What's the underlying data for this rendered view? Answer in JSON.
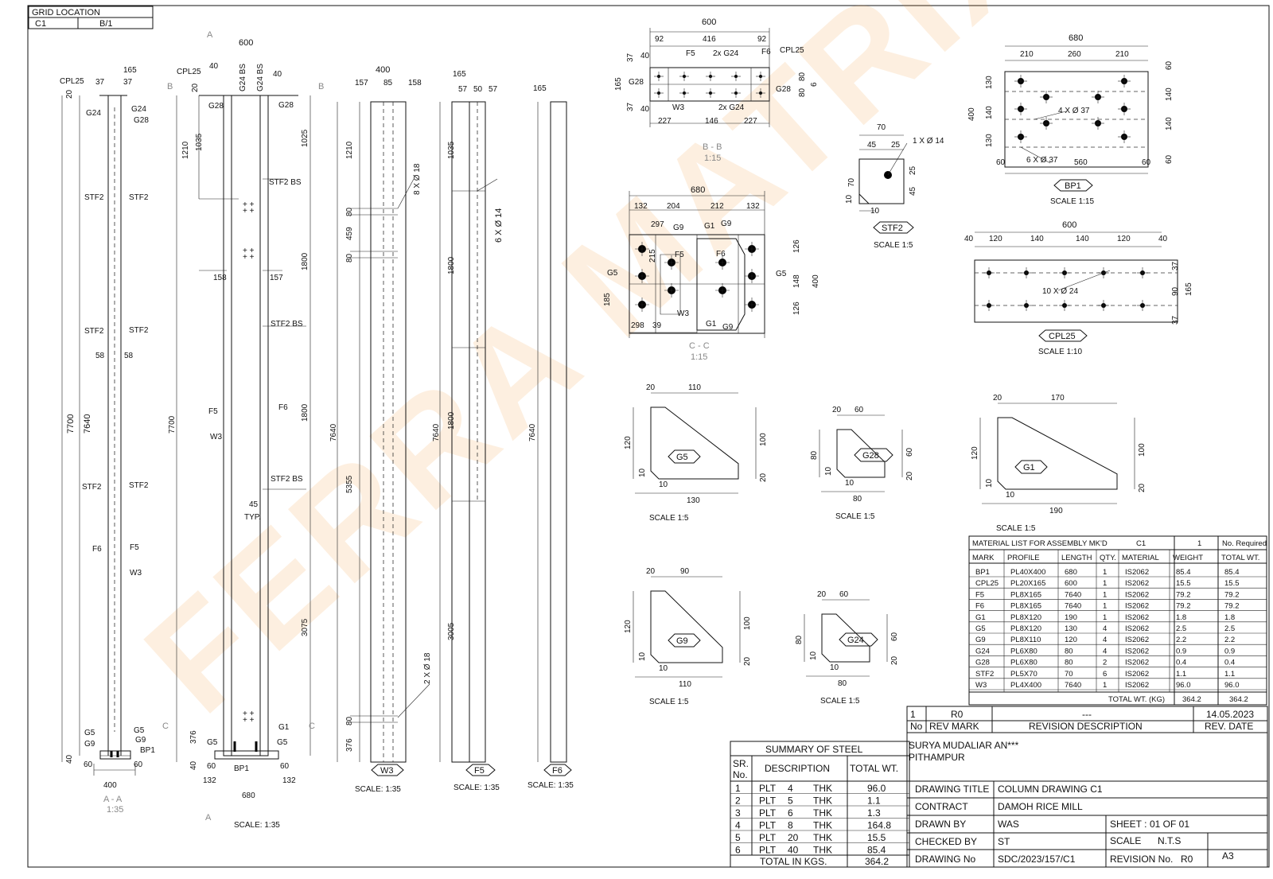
{
  "grid_location": {
    "title": "GRID LOCATION",
    "col": "C1",
    "axis": "B/1"
  },
  "watermark": "FERRA MATRIX",
  "column_views": {
    "aa": {
      "title": "A - A",
      "scale": "1:35",
      "dims": {
        "total": "7700",
        "mid": "7640",
        "base": "400",
        "left60": "60",
        "right60": "60",
        "top165": "165",
        "top37a": "37",
        "top37b": "37",
        "bot40": "40",
        "top20": "20",
        "w58a": "58",
        "w58b": "58"
      },
      "labels": {
        "cpl25": "CPL25",
        "g24l": "G24",
        "g24r": "G24",
        "g28": "G28",
        "stf2": "STF2",
        "f6": "F6",
        "f5": "F5",
        "w3": "W3",
        "g5": "G5",
        "g9": "G9",
        "bp1": "BP1"
      }
    },
    "elev": {
      "scale": "SCALE: 1:35",
      "sec_a": "A",
      "sec_b": "B",
      "sec_c": "C",
      "dims": {
        "top600": "600",
        "d40a": "40",
        "d40b": "40",
        "d20": "20",
        "d1210": "1210",
        "d1035": "1035",
        "d1025": "1025",
        "d1800a": "1800",
        "d1800b": "1800",
        "d3075": "3075",
        "d7700": "7700",
        "d158": "158",
        "d157": "157",
        "d45": "45",
        "typ": "TYP.",
        "d376": "376",
        "d40c": "40",
        "d60a": "60",
        "d60b": "60",
        "d132a": "132",
        "d132b": "132",
        "d680": "680"
      },
      "labels": {
        "cpl25": "CPL25",
        "g24bs1": "G24 BS",
        "g24bs2": "G24 BS",
        "g28l": "G28",
        "g28r": "G28",
        "stf2bs1": "STF2 BS",
        "stf2bs2": "STF2 BS",
        "stf2bs3": "STF2 BS",
        "f5": "F5",
        "f6": "F6",
        "w3": "W3",
        "g1": "G1",
        "g5l": "G5",
        "g5r": "G5",
        "bp1": "BP1"
      }
    },
    "w3": {
      "mark": "W3",
      "scale": "SCALE: 1:35",
      "dims": {
        "d400": "400",
        "d157": "157",
        "d85": "85",
        "d158": "158",
        "d1210": "1210",
        "d80a": "80",
        "d459": "459",
        "d80b": "80",
        "d7640": "7640",
        "d5355": "5355",
        "d80c": "80",
        "d376": "376"
      },
      "holes_top": "8 X Ø 18",
      "holes_bot": "2 X Ø 18"
    },
    "f5": {
      "mark": "F5",
      "scale": "SCALE: 1:35",
      "dims": {
        "d165": "165",
        "d57a": "57",
        "d50": "50",
        "d57b": "57",
        "d1035": "1035",
        "d1800a": "1800",
        "d1800b": "1800",
        "d7640": "7640",
        "d3005": "3005"
      },
      "holes": "6 X Ø 14"
    },
    "f6": {
      "mark": "F6",
      "scale": "SCALE: 1:35",
      "dims": {
        "d165": "165",
        "d7640": "7640"
      }
    }
  },
  "section_bb": {
    "title": "B - B",
    "scale": "1:15",
    "dims": {
      "d600": "600",
      "d92a": "92",
      "d416": "416",
      "d92b": "92",
      "d40a": "40",
      "d40b": "40",
      "d37a": "37",
      "d37b": "37",
      "d165": "165",
      "d80a": "80",
      "d80b": "80",
      "d6": "6",
      "d227a": "227",
      "d146": "146",
      "d227b": "227"
    },
    "labels": {
      "f5": "F5",
      "g24top": "2x G24",
      "f6": "F6",
      "cpl25": "CPL25",
      "g28l": "G28",
      "g28r": "G28",
      "w3": "W3",
      "g24bot": "2x G24"
    }
  },
  "section_cc": {
    "title": "C - C",
    "scale": "1:15",
    "dims": {
      "d680": "680",
      "d132a": "132",
      "d204": "204",
      "d212": "212",
      "d132b": "132",
      "d297": "297",
      "d215": "215",
      "d185": "185",
      "d298": "298",
      "d39": "39",
      "d126a": "126",
      "d148": "148",
      "d126b": "126",
      "d400": "400"
    },
    "labels": {
      "g9a": "G9",
      "g1a": "G1",
      "g9b": "G9",
      "f5": "F5",
      "f6": "F6",
      "g5l": "G5",
      "g5r": "G5",
      "w3": "W3",
      "g1b": "G1",
      "g9c": "G9"
    }
  },
  "stf2": {
    "mark": "STF2",
    "scale": "SCALE 1:5",
    "dims": {
      "d70w": "70",
      "d45": "45",
      "d25": "25",
      "d70h": "70",
      "d25r": "25",
      "d45r": "45",
      "d10a": "10",
      "d10b": "10"
    },
    "hole": "1 X Ø 14"
  },
  "bp1": {
    "mark": "BP1",
    "scale": "SCALE 1:15",
    "dims": {
      "d680": "680",
      "d210a": "210",
      "d260": "260",
      "d210b": "210",
      "d400": "400",
      "d130a": "130",
      "d140a": "140",
      "d130b": "130",
      "d60a": "60",
      "d140b": "140",
      "d140c": "140",
      "d60b": "60",
      "d60c": "60",
      "d560": "560",
      "d60d": "60"
    },
    "holes_a": "4 X Ø 37",
    "holes_b": "6 X Ø 37"
  },
  "cpl25": {
    "mark": "CPL25",
    "scale": "SCALE 1:10",
    "dims": {
      "d600": "600",
      "d40a": "40",
      "d120a": "120",
      "d140a": "140",
      "d140b": "140",
      "d120b": "120",
      "d40b": "40",
      "d37a": "37",
      "d90": "90",
      "d37b": "37",
      "d165": "165"
    },
    "holes": "10 X Ø 24"
  },
  "gussets": [
    {
      "mark": "G5",
      "scale": "SCALE 1:5",
      "top": "110",
      "topoff": "20",
      "left": "120",
      "right": "100",
      "sm1": "10",
      "sm2": "10",
      "sm3": "20",
      "bot": "130"
    },
    {
      "mark": "G28",
      "scale": "SCALE 1:5",
      "top": "60",
      "topoff": "20",
      "left": "80",
      "right": "60",
      "sm1": "10",
      "sm2": "10",
      "sm3": "20",
      "bot": "80"
    },
    {
      "mark": "G1",
      "scale": "SCALE 1:5",
      "top": "170",
      "topoff": "20",
      "left": "120",
      "right": "100",
      "sm1": "10",
      "sm2": "10",
      "sm3": "20",
      "bot": "190"
    },
    {
      "mark": "G9",
      "scale": "SCALE 1:5",
      "top": "90",
      "topoff": "20",
      "left": "120",
      "right": "100",
      "sm1": "10",
      "sm2": "10",
      "sm3": "20",
      "bot": "110"
    },
    {
      "mark": "G24",
      "scale": "SCALE 1:5",
      "top": "60",
      "topoff": "20",
      "left": "80",
      "right": "60",
      "sm1": "10",
      "sm2": "10",
      "sm3": "20",
      "bot": "80"
    }
  ],
  "material_list": {
    "title": "MATERIAL LIST FOR ASSEMBLY MK'D",
    "assembly": "C1",
    "qty": "1",
    "qty_label": "No. Required",
    "headers": [
      "MARK",
      "PROFILE",
      "LENGTH",
      "QTY.",
      "MATERIAL",
      "WEIGHT",
      "TOTAL WT."
    ],
    "rows": [
      [
        "BP1",
        "PL40X400",
        "680",
        "1",
        "IS2062",
        "85.4",
        "85.4"
      ],
      [
        "CPL25",
        "PL20X165",
        "600",
        "1",
        "IS2062",
        "15.5",
        "15.5"
      ],
      [
        "F5",
        "PL8X165",
        "7640",
        "1",
        "IS2062",
        "79.2",
        "79.2"
      ],
      [
        "F6",
        "PL8X165",
        "7640",
        "1",
        "IS2062",
        "79.2",
        "79.2"
      ],
      [
        "G1",
        "PL8X120",
        "190",
        "1",
        "IS2062",
        "1.8",
        "1.8"
      ],
      [
        "G5",
        "PL8X120",
        "130",
        "4",
        "IS2062",
        "2.5",
        "2.5"
      ],
      [
        "G9",
        "PL8X110",
        "120",
        "4",
        "IS2062",
        "2.2",
        "2.2"
      ],
      [
        "G24",
        "PL6X80",
        "80",
        "4",
        "IS2062",
        "0.9",
        "0.9"
      ],
      [
        "G28",
        "PL6X80",
        "80",
        "2",
        "IS2062",
        "0.4",
        "0.4"
      ],
      [
        "STF2",
        "PL5X70",
        "70",
        "6",
        "IS2062",
        "1.1",
        "1.1"
      ],
      [
        "W3",
        "PL4X400",
        "7640",
        "1",
        "IS2062",
        "96.0",
        "96.0"
      ]
    ],
    "total_label": "TOTAL WT. (KG)",
    "total_a": "364.2",
    "total_b": "364.2"
  },
  "summary": {
    "title": "SUMMARY OF STEEL",
    "h_sr": "SR.",
    "h_no": "No.",
    "h_desc": "DESCRIPTION",
    "h_wt": "TOTAL WT.",
    "rows": [
      [
        "1",
        "PLT",
        "4",
        "THK",
        "96.0"
      ],
      [
        "2",
        "PLT",
        "5",
        "THK",
        "1.1"
      ],
      [
        "3",
        "PLT",
        "6",
        "THK",
        "1.3"
      ],
      [
        "4",
        "PLT",
        "8",
        "THK",
        "164.8"
      ],
      [
        "5",
        "PLT",
        "20",
        "THK",
        "15.5"
      ],
      [
        "6",
        "PLT",
        "40",
        "THK",
        "85.4"
      ]
    ],
    "total_label": "TOTAL IN KGS.",
    "total": "364.2"
  },
  "revision": {
    "no": "1",
    "rev": "R0",
    "desc": "---",
    "date": "14.05.2023",
    "h_no": "No",
    "h_rev": "REV MARK",
    "h_desc": "REVISION DESCRIPTION",
    "h_date": "REV. DATE"
  },
  "title_block": {
    "client": "SURYA MUDALIAR AN***",
    "location": "PITHAMPUR",
    "drawing_title_label": "DRAWING TITLE",
    "drawing_title": "COLUMN DRAWING C1",
    "contract_label": "CONTRACT",
    "contract": "DAMOH RICE MILL",
    "drawn_by_label": "DRAWN BY",
    "drawn_by": "WAS",
    "checked_by_label": "CHECKED BY",
    "checked_by": "ST",
    "drawing_no_label": "DRAWING No",
    "drawing_no": "SDC/2023/157/C1",
    "sheet_label": "SHEET :",
    "sheet": "01  OF  01",
    "scale_label": "SCALE",
    "scale": "N.T.S",
    "revision_no_label": "REVISION No.",
    "revision_no": "R0",
    "paper": "A3"
  }
}
